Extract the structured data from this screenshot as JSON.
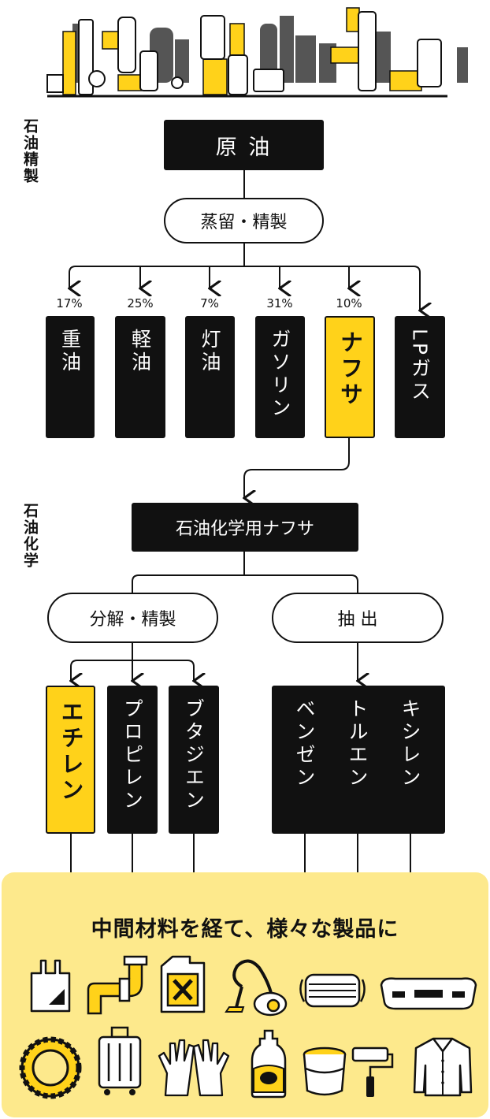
{
  "sections": {
    "refining": "石油精製",
    "petrochem": "石油化学"
  },
  "crude": "原 油",
  "distill": "蒸留・精製",
  "fractions": [
    {
      "pct": "17%",
      "label": "重油"
    },
    {
      "pct": "25%",
      "label": "軽油"
    },
    {
      "pct": "7%",
      "label": "灯油"
    },
    {
      "pct": "31%",
      "label": "ガソリン"
    },
    {
      "pct": "10%",
      "label": "ナフサ"
    },
    {
      "pct": "",
      "label": "LPガス"
    }
  ],
  "naphtha_chem": "石油化学用ナフサ",
  "cracking": "分解・精製",
  "extraction": "抽 出",
  "olefins": [
    "エチレン",
    "プロピレン",
    "ブタジエン"
  ],
  "aromatics": [
    "ベンゼン",
    "トルエン",
    "キシレン"
  ],
  "products_title": "中間材料を経て、様々な製品に",
  "product_icons": [
    "plastic-bag-icon",
    "pipe-icon",
    "fuel-can-icon",
    "vacuum-cleaner-icon",
    "face-mask-icon",
    "car-bumper-icon",
    "tire-icon",
    "suitcase-icon",
    "gloves-icon",
    "detergent-bottle-icon",
    "paint-can-roller-icon",
    "shirt-icon"
  ],
  "colors": {
    "accent": "#ffd21a",
    "dark": "#111111",
    "panel": "#fde98c",
    "factory_gray": "#555555"
  }
}
